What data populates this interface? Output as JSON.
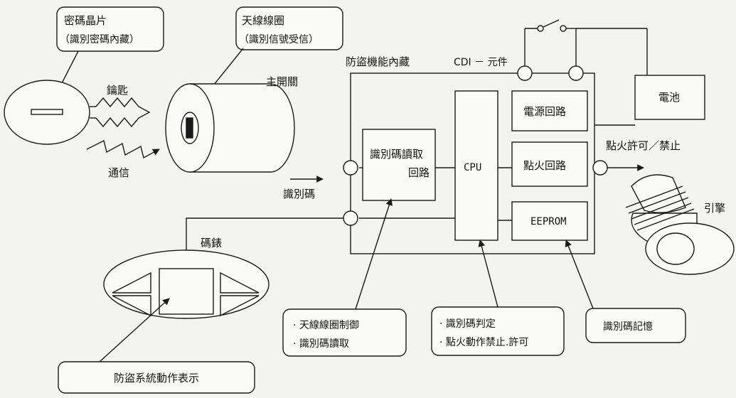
{
  "callouts": {
    "chip_title": "密碼晶片",
    "chip_sub": "（識別密碼內藏）",
    "coil_title": "天線線圈",
    "coil_sub": "（識別信號受信）",
    "coil_ctrl_1": "· 天線線圈制御",
    "coil_ctrl_2": "· 識別碼讀取",
    "judge_1": "· 識別碼判定",
    "judge_2": "· 點火動作禁止.許可",
    "memory": "識別碼記憶",
    "display": "防盜系統動作表示"
  },
  "labels": {
    "key": "鑰匙",
    "comm": "通信",
    "main_switch": "主開關",
    "id_code": "識別碼",
    "code_watch": "碼錶",
    "antitheft_builtin": "防盜機能內藏",
    "cdi_unit": "CDI － 元件",
    "ignition_permit": "點火許可／禁止",
    "engine": "引擎"
  },
  "blocks": {
    "reader_1": "識別碼讀取",
    "reader_2": "回路",
    "cpu": "CPU",
    "power": "電源回路",
    "ignition": "點火回路",
    "eeprom": "EEPROM",
    "battery": "電池"
  },
  "colors": {
    "background": "#f3f3f0",
    "line": "#1a1a1a",
    "box_fill": "#fafaf8"
  }
}
